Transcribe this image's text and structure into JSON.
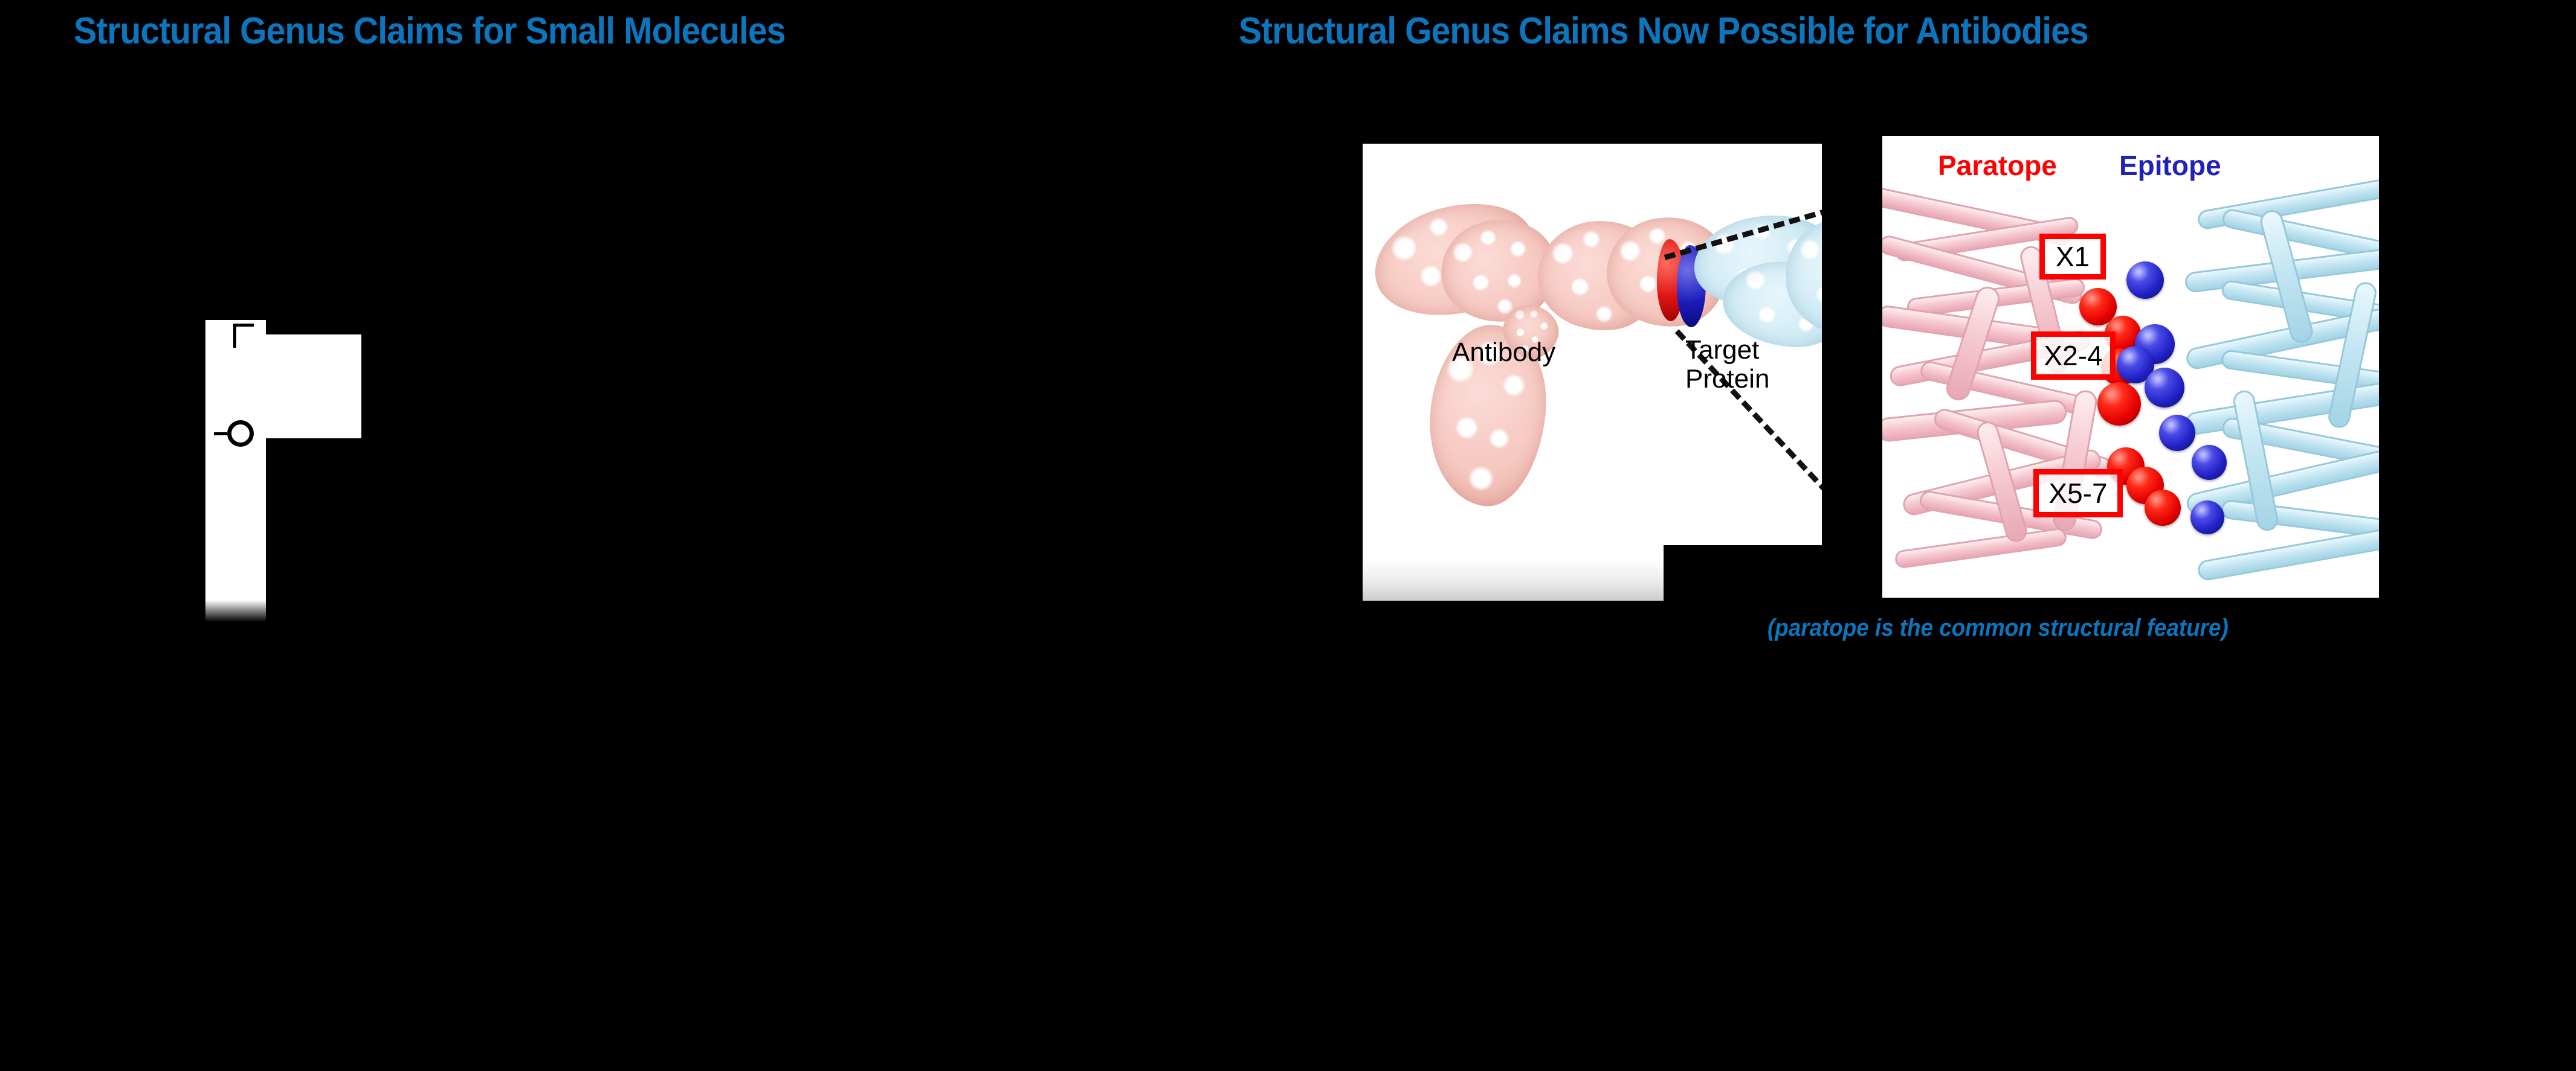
{
  "colors": {
    "background": "#000000",
    "title_blue": "#0b76bd",
    "caption_blue": "#0b76bd",
    "paratope_red": "#ff0000",
    "epitope_blue": "#2222bb",
    "antibody_pink": "#f5c7bf",
    "target_cyan": "#cfeaf5",
    "callout_border": "#ff0000",
    "label_black": "#000000"
  },
  "titles": {
    "left": "Structural Genus Claims for Small Molecules",
    "right": "Structural Genus Claims Now Possible for Antibodies"
  },
  "left_panel": {
    "description": "clipped chemical structure artwork",
    "atom_label": "O"
  },
  "antibody_panel": {
    "labels": {
      "antibody": "Antibody",
      "target_protein": "Target\nProtein"
    }
  },
  "ribbon_panel": {
    "headers": {
      "paratope": "Paratope",
      "epitope": "Epitope"
    },
    "callouts": [
      {
        "label": "X1"
      },
      {
        "label": "X2-4"
      },
      {
        "label": "X5-7"
      }
    ]
  },
  "caption": "(paratope is the common structural feature)"
}
